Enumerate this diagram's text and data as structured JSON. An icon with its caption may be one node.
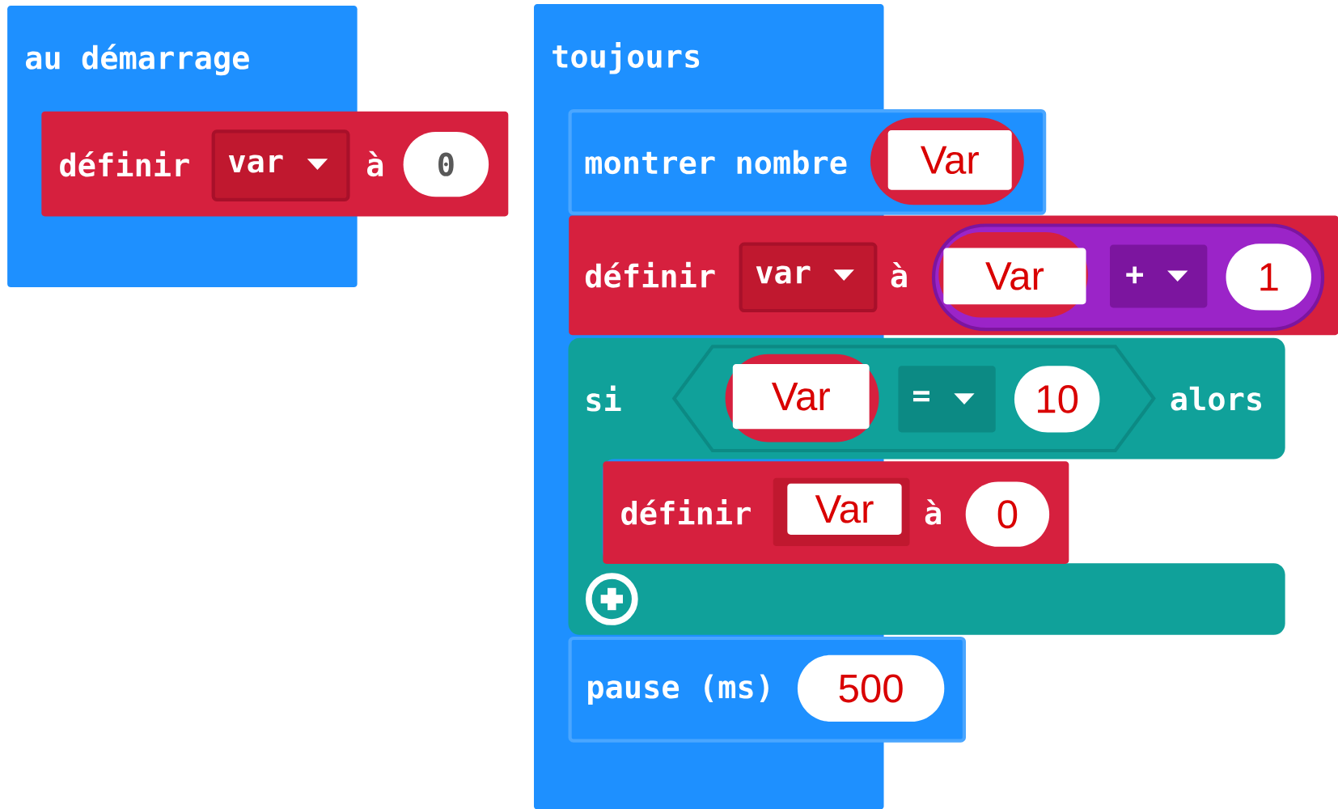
{
  "diagram": {
    "nodes": [
      {
        "text": [
          "au démarrage"
        ]
      },
      {
        "text": [
          "définir",
          "à"
        ]
      },
      {
        "text": [
          "var"
        ]
      },
      {
        "text": [
          "0"
        ],
        "in": 1
      },
      {
        "text": [
          "toujours"
        ]
      },
      {
        "text": [
          "montrer nombre"
        ]
      },
      {
        "text": [
          "Var"
        ],
        "in": 5
      },
      {
        "text": [
          "définir",
          "à"
        ]
      },
      {
        "text": [
          "var"
        ]
      },
      {
        "text": [],
        "shape": "box",
        "in": 7
      },
      {
        "text": [
          "Var"
        ],
        "in": 9
      },
      {
        "text": [
          "+"
        ],
        "in": 9
      },
      {
        "text": [
          "1"
        ],
        "in": 9
      },
      {
        "text": [
          "si",
          "alors"
        ]
      },
      {
        "text": [],
        "shape": "hexagon",
        "in": 13
      },
      {
        "text": [
          "Var"
        ]
      },
      {
        "text": [
          "="
        ],
        "in": 14
      },
      {
        "text": [
          "10"
        ],
        "in": 14
      },
      {
        "text": [
          "définir",
          "à"
        ]
      },
      {
        "text": [
          "Var"
        ],
        "in": 18
      },
      {
        "text": [
          "0"
        ],
        "in": 18
      },
      {
        "text": [
          "pause (ms)"
        ]
      },
      {
        "text": [
          "500"
        ],
        "in": 21
      }
    ]
  }
}
